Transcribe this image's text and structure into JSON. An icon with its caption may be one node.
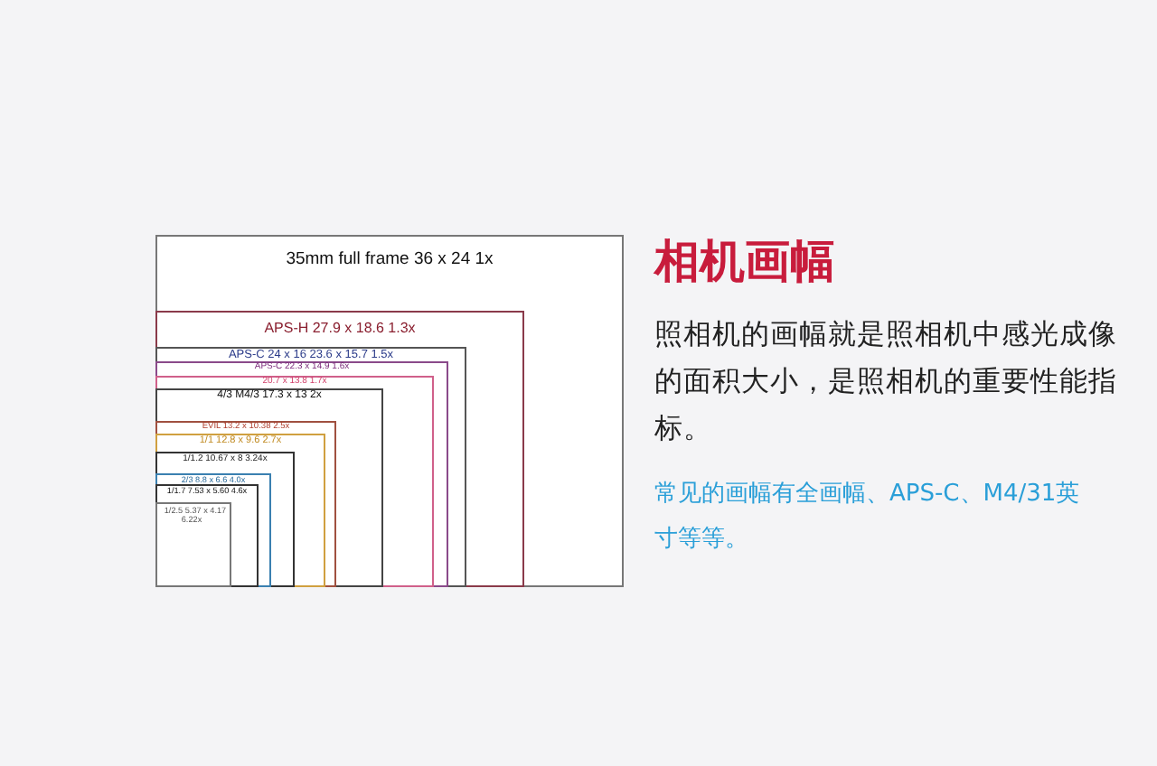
{
  "diagram": {
    "title": "相机画幅",
    "nodes": [
      {
        "text": [
          "35mm full frame 36 x 24 1x"
        ]
      },
      {
        "text": [
          "APS-H 27.9 x 18.6 1.3x"
        ],
        "in": 0
      },
      {
        "text": [
          "APS-C 24 x 16 23.6 x 15.7 1.5x"
        ],
        "in": 1
      },
      {
        "text": [
          "APS-C 22.3 x 14.9 1.6x"
        ],
        "in": 2
      },
      {
        "text": [
          "20.7 x 13.8 1.7x"
        ],
        "in": 3
      },
      {
        "text": [
          "4/3 M4/3 17.3 x 13 2x"
        ],
        "in": 4
      },
      {
        "text": [
          "EVIL 13.2 x 10.38 2.5x"
        ],
        "in": 5
      },
      {
        "text": [
          "1/1 12.8 x 9.6 2.7x"
        ],
        "in": 6
      },
      {
        "text": [
          "1/1.2 10.67 x 8 3.24x"
        ],
        "in": 7
      },
      {
        "text": [
          "2/3 8.8 x 6.6 4.0x"
        ],
        "in": 8
      },
      {
        "text": [
          "1/1.7 7.53 x 5.60 4.6x"
        ],
        "in": 9
      },
      {
        "text": [
          "1/2.5 5.37 x 4.17 6.22x"
        ],
        "in": 10
      }
    ],
    "labels": [
      "照相机的画幅就是照相机中感光成像的面积大小，是照相机的重要性能指标。",
      "常见的画幅有全画幅、APS-C、M4/31英寸等等。"
    ]
  }
}
